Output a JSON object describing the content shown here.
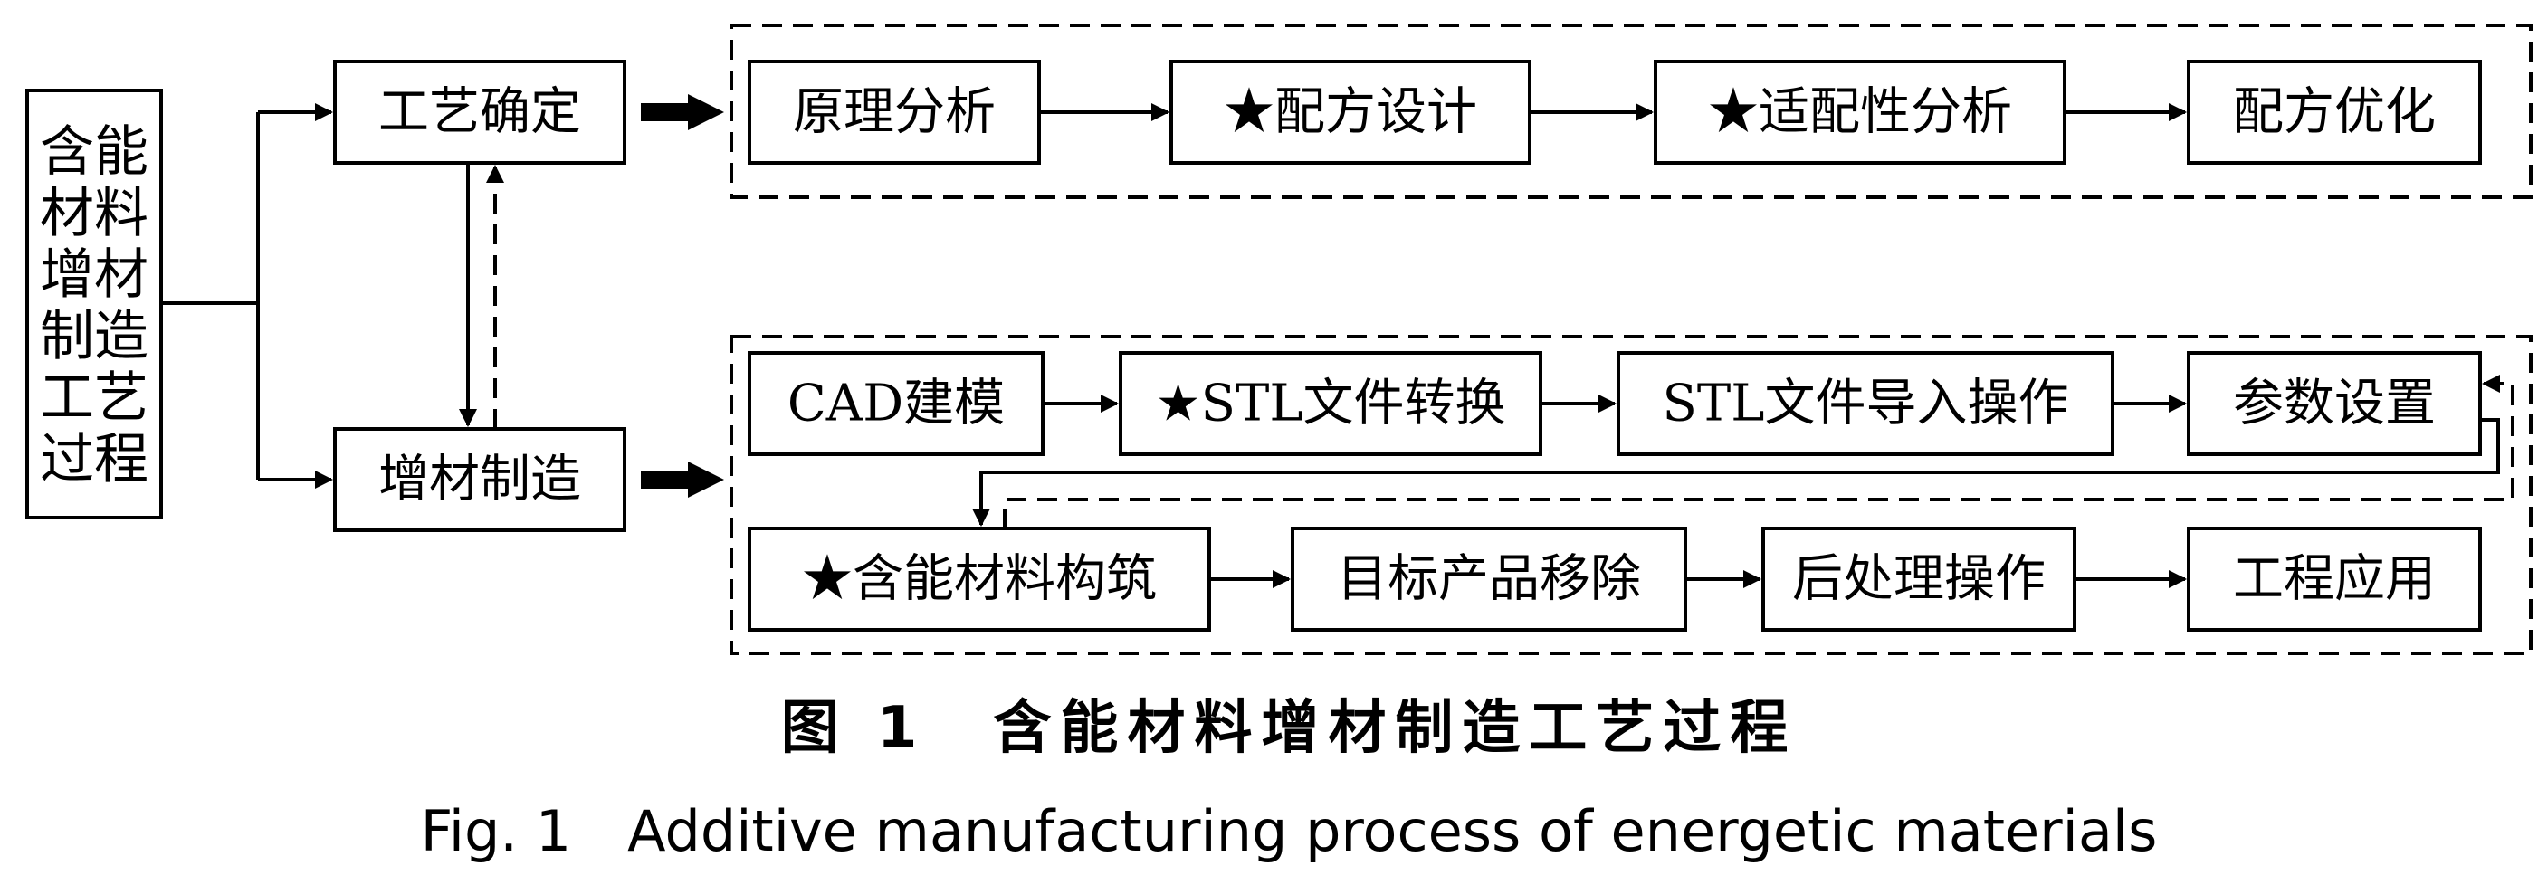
{
  "main_box": {
    "lines": [
      "含能",
      "材料",
      "增材",
      "制造",
      "工艺",
      "过程"
    ]
  },
  "branches": {
    "process": "工艺确定",
    "manufacture": "增材制造"
  },
  "process_row": [
    "原理分析",
    "★配方设计",
    "★适配性分析",
    "配方优化"
  ],
  "am_row1": [
    "CAD建模",
    "★STL文件转换",
    "STL文件导入操作",
    "参数设置"
  ],
  "am_row2": [
    "★含能材料构筑",
    "目标产品移除",
    "后处理操作",
    "工程应用"
  ],
  "caption": {
    "cn": "图 1　含能材料增材制造工艺过程",
    "en": "Fig. 1　Additive manufacturing process of energetic materials"
  }
}
